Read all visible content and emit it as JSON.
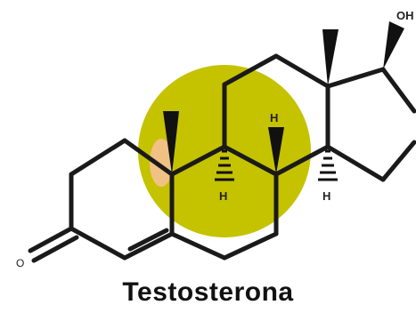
{
  "title": "Testosterona",
  "labels": {
    "hydroxyl": "OH",
    "carbonyl_oxygen": "O",
    "h_c9": "H",
    "h_c8": "H",
    "h_c14": "H"
  },
  "colors": {
    "highlight_circle": "#c5c200",
    "highlight_oval": "#f2c18a",
    "bond": "#1a1a1a",
    "text": "#111111"
  }
}
